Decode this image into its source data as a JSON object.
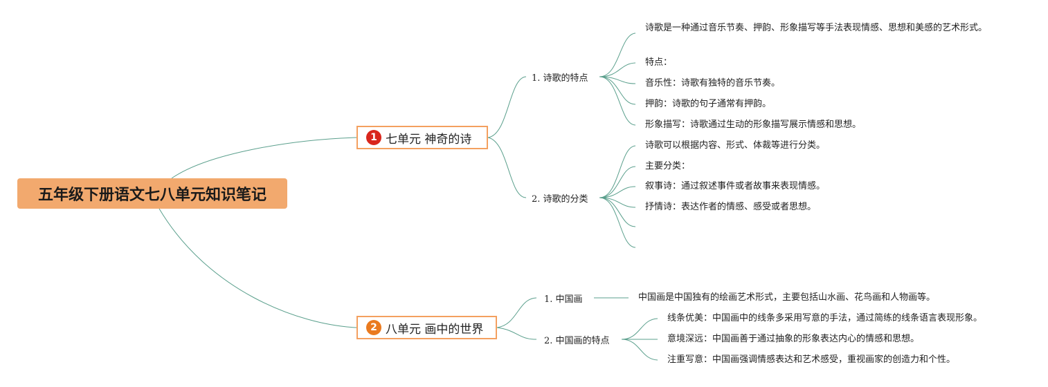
{
  "root": {
    "title": "五年级下册语文七八单元知识笔记"
  },
  "branches": [
    {
      "number": "1",
      "label": "七单元 神奇的诗",
      "topics": [
        {
          "label": "1. 诗歌的特点",
          "notes": [
            "诗歌是一种通过音乐节奏、押韵、形象描写等手法表现情感、思想和美感的艺术形式。",
            "特点：",
            "音乐性：诗歌有独特的音乐节奏。",
            "押韵：诗歌的句子通常有押韵。",
            "形象描写：诗歌通过生动的形象描写展示情感和思想。"
          ]
        },
        {
          "label": "2. 诗歌的分类",
          "notes": [
            "诗歌可以根据内容、形式、体裁等进行分类。",
            "主要分类：",
            "叙事诗：通过叙述事件或者故事来表现情感。",
            "抒情诗：表达作者的情感、感受或者思想。",
            "",
            ""
          ]
        }
      ]
    },
    {
      "number": "2",
      "label": "八单元 画中的世界",
      "topics": [
        {
          "label": "1. 中国画",
          "notes": [
            "中国画是中国独有的绘画艺术形式，主要包括山水画、花鸟画和人物画等。"
          ]
        },
        {
          "label": "2. 中国画的特点",
          "notes": [
            "线条优美：中国画中的线条多采用写意的手法，通过简练的线条语言表现形象。",
            "意境深远：中国画善于通过抽象的形象表达内心的情感和思想。",
            "注重写意：中国画强调情感表达和艺术感受，重视画家的创造力和个性。"
          ]
        }
      ]
    }
  ],
  "colors": {
    "root_fill": "#f2a96e",
    "branch_border": "#f4a05f",
    "connector": "#5a9f8c",
    "badge1": "#d9261c",
    "badge2": "#ea7a1f"
  }
}
